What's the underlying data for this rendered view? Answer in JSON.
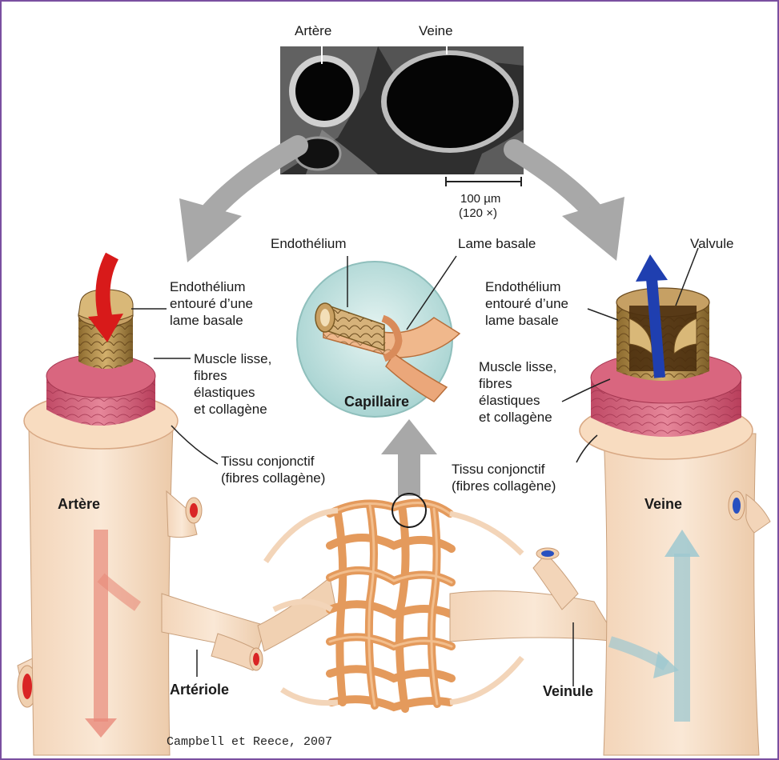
{
  "micrograph": {
    "label_artery": "Artère",
    "label_vein": "Veine",
    "scale_value": "100 µm",
    "scale_magnification": "(120 ×)"
  },
  "capillary_inset": {
    "label_endothelium": "Endothélium",
    "label_basal_lamina": "Lame basale",
    "title": "Capillaire"
  },
  "artery_side": {
    "label_endothelium": "Endothélium\nentouré d’une\nlame basale",
    "label_muscle": "Muscle lisse,\nfibres\nélastiques\net collagène",
    "label_connective": "Tissu conjonctif\n(fibres collagène)",
    "vessel_name": "Artère",
    "branch_name": "Artériole"
  },
  "vein_side": {
    "label_valve": "Valvule",
    "label_endothelium": "Endothélium\nentouré d’une\nlame basale",
    "label_muscle": "Muscle lisse,\nfibres\nélastiques\net collagène",
    "label_connective": "Tissu conjonctif\n(fibres collagène)",
    "vessel_name": "Veine",
    "branch_name": "Veinule"
  },
  "credit": "Campbell et Reece, 2007",
  "colors": {
    "frame": "#7a4fa0",
    "vessel_tissue": "#f6dfc6",
    "smooth_muscle": "#c94f68",
    "capillary": "#e79b5c",
    "arterial_flow": "#e01e1e",
    "venous_flow": "#1f3fb0",
    "inset_background": "#bfe0e0"
  }
}
